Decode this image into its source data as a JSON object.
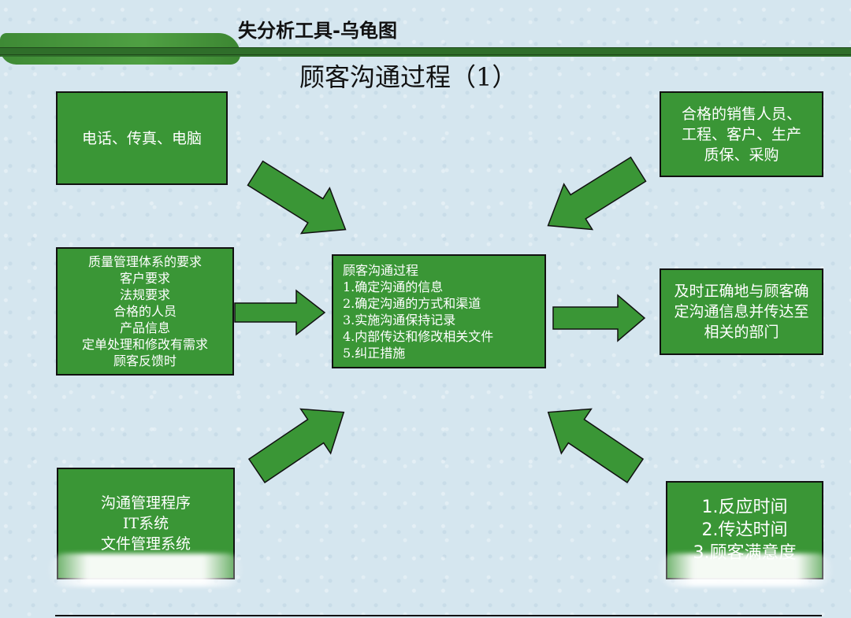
{
  "header": {
    "title": "失分析工具-乌龟图"
  },
  "page_title": "顾客沟通过程（1）",
  "boxes": {
    "top_left": {
      "lines": [
        "电话、传真、电脑"
      ]
    },
    "top_right": {
      "lines": [
        "合格的销售人员、",
        "工程、客户、生产",
        "质保、采购"
      ]
    },
    "middle_left": {
      "lines": [
        "质量管理体系的要求",
        "客户要求",
        "法规要求",
        "合格的人员",
        "产品信息",
        "定单处理和修改有需求",
        "顾客反馈时"
      ]
    },
    "center": {
      "lines": [
        "顾客沟通过程",
        "1.确定沟通的信息",
        "2.确定沟通的方式和渠道",
        "3.实施沟通保持记录",
        "4.内部传达和修改相关文件",
        "5.纠正措施"
      ]
    },
    "middle_right": {
      "lines": [
        "及时正确地与顾客确",
        "定沟通信息并传达至",
        "相关的部门"
      ]
    },
    "bottom_left": {
      "lines": [
        "沟通管理程序",
        "IT系统",
        "文件管理系统"
      ]
    },
    "bottom_right": {
      "lines": [
        "1.反应时间",
        "2.传达时间",
        "3.顾客满意度"
      ]
    }
  },
  "colors": {
    "box_fill": "#3a9636",
    "header_bar": "#2f6e2a",
    "background": "#d5e6ef"
  },
  "icons": {
    "arrow": "block-arrow-icon"
  }
}
